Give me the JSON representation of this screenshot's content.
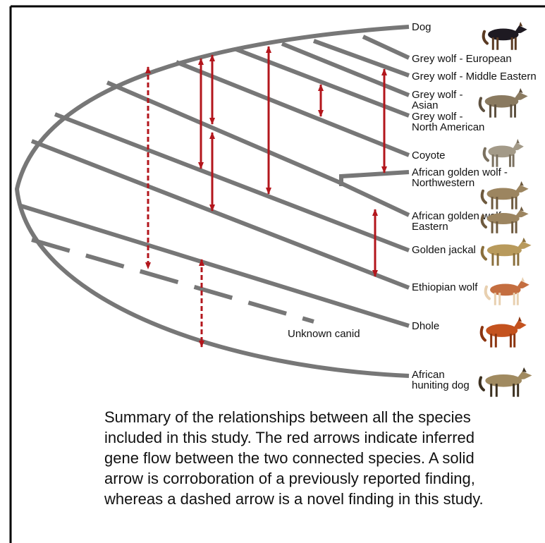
{
  "colors": {
    "branch": "#777777",
    "arrow": "#b3161c",
    "text": "#111111",
    "frame": "#000000"
  },
  "species": [
    {
      "lines": [
        "Dog"
      ],
      "animal_icon": "black-dog-icon"
    },
    {
      "lines": [
        "Grey wolf - European"
      ],
      "animal_icon": ""
    },
    {
      "lines": [
        "Grey wolf - Middle Eastern"
      ],
      "animal_icon": ""
    },
    {
      "lines": [
        "Grey wolf -",
        "Asian"
      ],
      "animal_icon": "grey-wolf-icon"
    },
    {
      "lines": [
        "Grey wolf -",
        "North American"
      ],
      "animal_icon": ""
    },
    {
      "lines": [
        "Coyote"
      ],
      "animal_icon": "coyote-icon"
    },
    {
      "lines": [
        "African golden wolf -",
        "Northwestern"
      ],
      "animal_icon": "golden-wolf-icon"
    },
    {
      "lines": [
        "African golden wolf -",
        "Eastern"
      ],
      "animal_icon": "golden-wolf-icon"
    },
    {
      "lines": [
        "Golden jackal"
      ],
      "animal_icon": "jackal-icon"
    },
    {
      "lines": [
        "Ethiopian wolf"
      ],
      "animal_icon": "ethiopian-wolf-icon"
    },
    {
      "lines": [
        "Dhole"
      ],
      "animal_icon": "dhole-icon"
    },
    {
      "lines": [
        "African",
        "huniting dog"
      ],
      "animal_icon": "hunting-dog-icon"
    }
  ],
  "unknown_label": "Unknown canid",
  "gene_flow": [
    {
      "style": "dashed"
    },
    {
      "style": "solid"
    },
    {
      "style": "solid"
    },
    {
      "style": "solid"
    },
    {
      "style": "solid"
    },
    {
      "style": "solid"
    },
    {
      "style": "solid"
    },
    {
      "style": "solid"
    },
    {
      "style": "dashed"
    }
  ],
  "caption": "Summary of the relationships between all the species included in this study. The red arrows indicate inferred gene flow between the two connected species. A solid arrow is corroboration of a previously reported finding, whereas a dashed arrow is a novel finding in this study."
}
